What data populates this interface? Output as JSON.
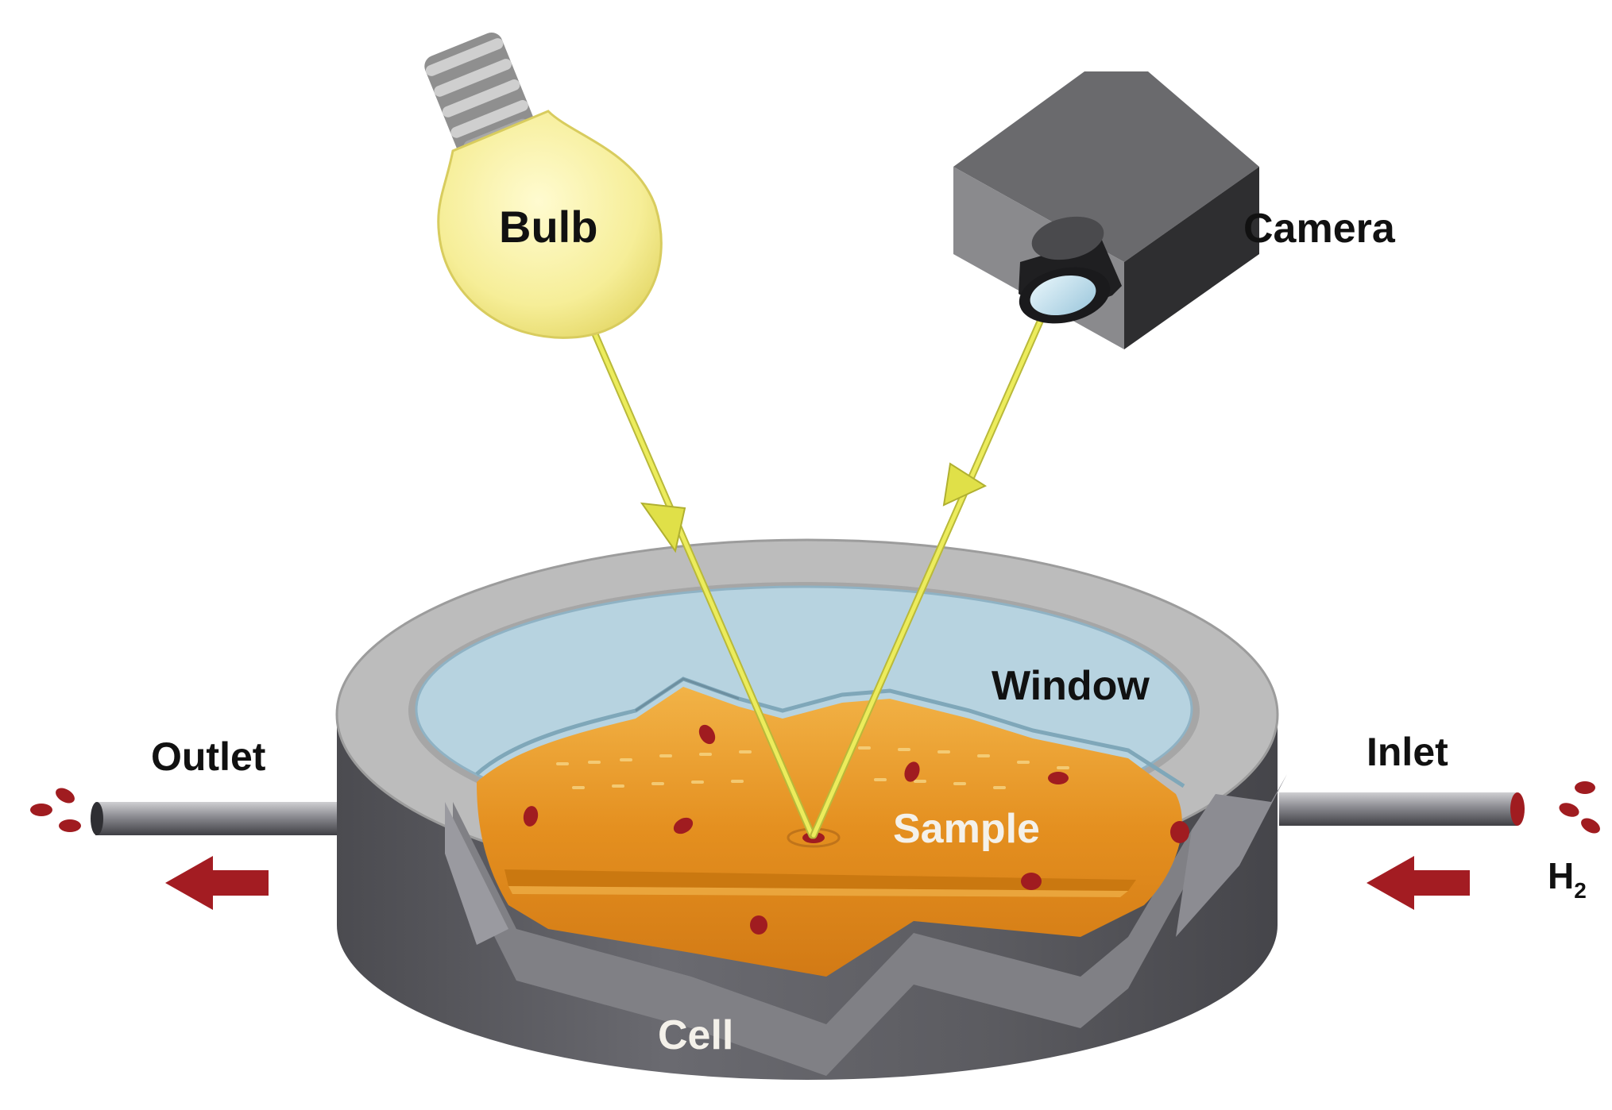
{
  "labels": {
    "bulb": "Bulb",
    "camera": "Camera",
    "window": "Window",
    "outlet": "Outlet",
    "inlet": "Inlet",
    "sample": "Sample",
    "cell": "Cell",
    "gas": "H",
    "gas_subscript": "2"
  },
  "colors": {
    "bulb": "#f6ee98",
    "light_ray": "#e8e84a",
    "window": "#b7d3e0",
    "sample": "#e79a26",
    "cell_top": "#b9b9b9",
    "cell_side": "#5f5f64",
    "camera": "#3a3a3c",
    "gas_particles": "#9e1b1f",
    "flow_arrows": "#a31c22"
  }
}
